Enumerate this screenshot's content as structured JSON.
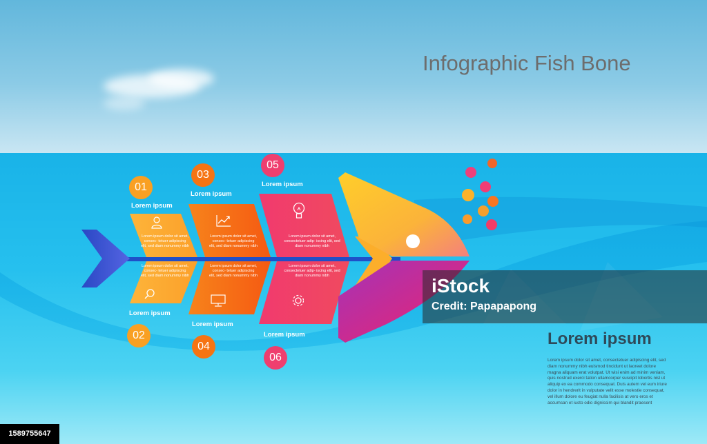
{
  "title": "Infographic Fish Bone",
  "steps": [
    {
      "number": "01",
      "label": "Lorem ipsum",
      "text": "Lorem ipsum dolor sit amet, consec- tetuer adipiscing elit, sed diam nonummy nibh",
      "icon": "user-icon",
      "color": "#f9a023"
    },
    {
      "number": "02",
      "label": "Lorem ipsum",
      "text": "Lorem ipsum dolor sit amet, consec- tetuer adipiscing elit, sed diam nonummy nibh",
      "icon": "search-icon",
      "color": "#f9a023"
    },
    {
      "number": "03",
      "label": "Lorem ipsum",
      "text": "Lorem ipsum dolor sit amet, consec- tetuer adipiscing elit, sed diam nonummy nibh",
      "icon": "chart-icon",
      "color": "#f67413"
    },
    {
      "number": "04",
      "label": "Lorem ipsum",
      "text": "Lorem ipsum dolor sit amet, consec- tetuer adipiscing elit, sed diam nonummy nibh",
      "icon": "monitor-icon",
      "color": "#f67413"
    },
    {
      "number": "05",
      "label": "Lorem ipsum",
      "text": "Lorem ipsum dolor sit amet, consectetuer adip- iscing elit, sed diam nonummy nibh",
      "icon": "lightbulb-icon",
      "color": "#ef3f6f"
    },
    {
      "number": "06",
      "label": "Lorem ipsum",
      "text": "Lorem ipsum dolor sit amet, consectetuer adip- iscing elit, sed diam nonummy nibh",
      "icon": "gear-icon",
      "color": "#ef3f6f"
    }
  ],
  "side": {
    "title": "Lorem ipsum",
    "body": "Lorem ipsum dolor sit amet, consectetuer adipiscing elit, sed diam nonummy nibh euismod tincidunt ut laoreet dolore magna aliquam erat volutpat. Ut wisi enim ad minim veniam, quis nostrud exerci tation ullamcorper suscipit lobortis nisl ut aliquip ex ea commodo consequat. Duis autem vel eum iriure dolor in hendrerit in vulputate velit esse molestie consequat, vel illum dolore eu feugiat nulla facilisis at vero eros et accumsan et iusto odio dignissim qui blandit praesent"
  },
  "watermark": {
    "brand": "iStock",
    "credit": "Credit: Papapapong"
  },
  "stock_id": "1589755647"
}
